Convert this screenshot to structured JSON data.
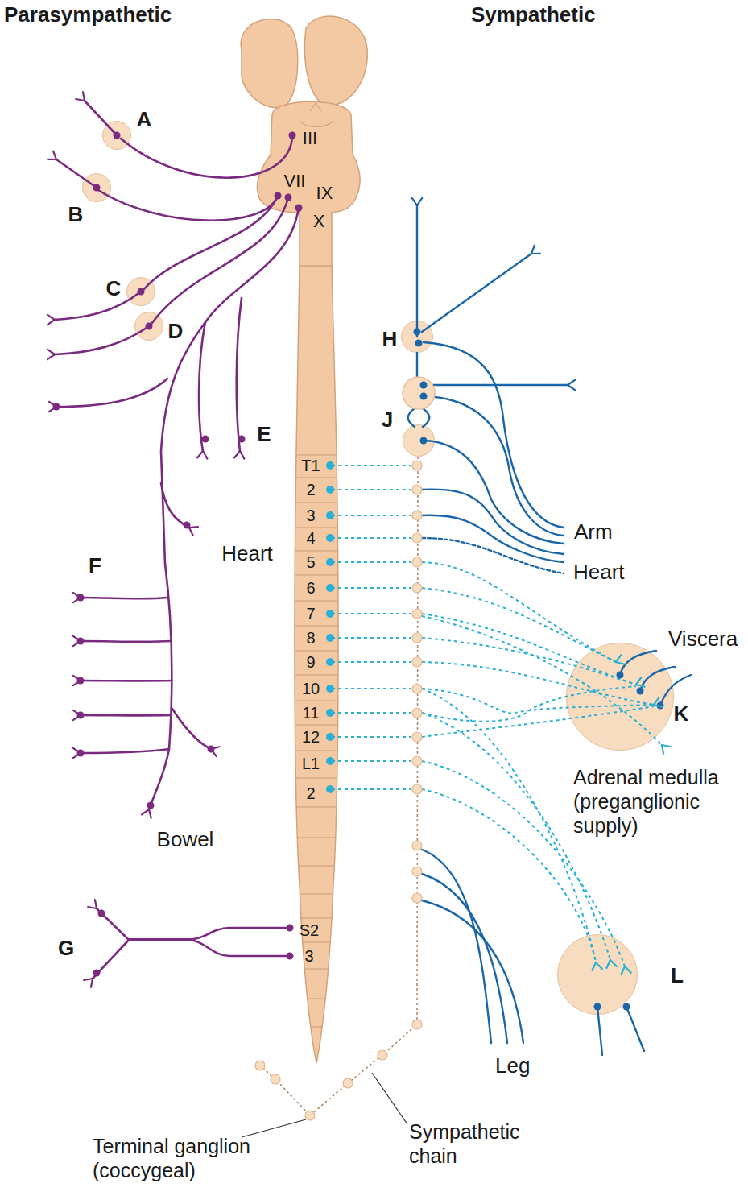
{
  "diagram": {
    "nodes": [
      {
        "text": [
          "A"
        ]
      },
      {
        "text": [
          "B"
        ]
      },
      {
        "text": [
          "C"
        ]
      },
      {
        "text": [
          "D"
        ]
      },
      {
        "text": [
          "H"
        ]
      },
      {
        "text": [
          "J"
        ]
      },
      {
        "text": [
          "K"
        ]
      },
      {
        "text": [
          "L"
        ]
      }
    ],
    "labels": [
      "Parasympathetic",
      "Sympathetic",
      "III",
      "VII",
      "IX",
      "X",
      "E",
      "Heart",
      "F",
      "Bowel",
      "G",
      "T1",
      "2",
      "3",
      "4",
      "5",
      "6",
      "7",
      "8",
      "9",
      "10",
      "11",
      "12",
      "L1",
      "2",
      "S2",
      "3",
      "Arm",
      "Heart",
      "Viscera",
      "Adrenal medulla (preganglionic supply)",
      "Leg",
      "Terminal ganglion (coccygeal)",
      "Sympathetic chain"
    ]
  }
}
